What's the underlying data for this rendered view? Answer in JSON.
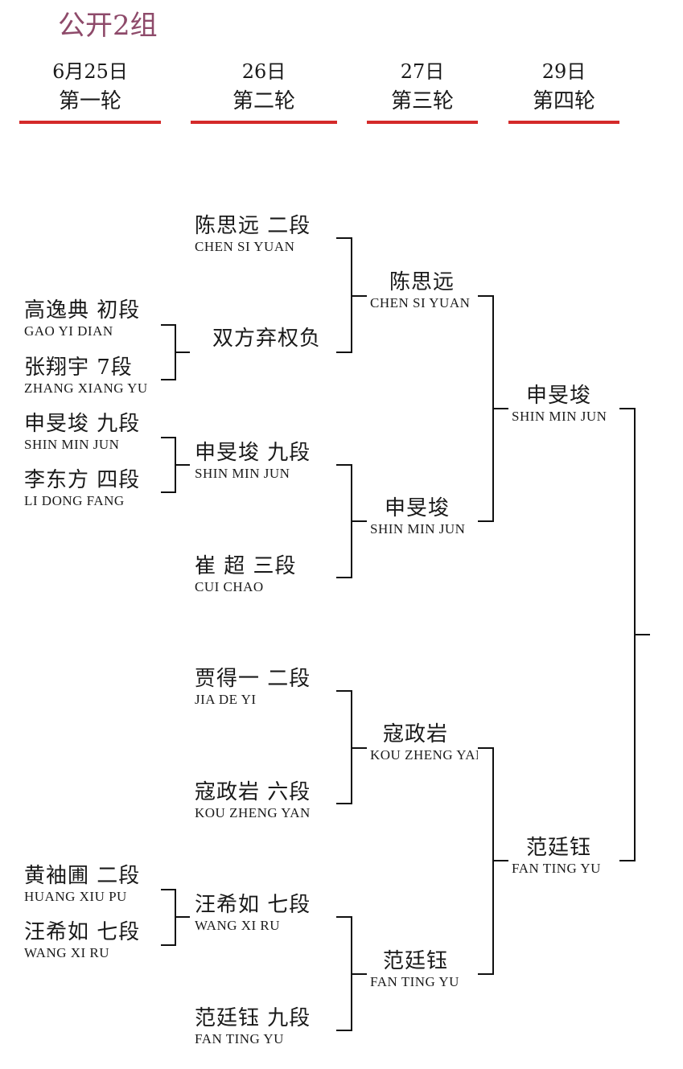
{
  "title": "公开2组",
  "rounds": [
    {
      "date": "6月25日",
      "name": "第一轮"
    },
    {
      "date": "26日",
      "name": "第二轮"
    },
    {
      "date": "27日",
      "name": "第三轮"
    },
    {
      "date": "29日",
      "name": "第四轮"
    }
  ],
  "round1": [
    {
      "cn": "高逸典  初段",
      "py": "GAO YI DIAN"
    },
    {
      "cn": "张翔宇  7段",
      "py": "ZHANG XIANG YU"
    },
    {
      "cn": "申旻埈  九段",
      "py": "SHIN MIN JUN"
    },
    {
      "cn": "李东方  四段",
      "py": "LI DONG FANG"
    },
    {
      "cn": "黄袖圃  二段",
      "py": "HUANG XIU PU"
    },
    {
      "cn": "汪希如  七段",
      "py": "WANG XI RU"
    }
  ],
  "round2": [
    {
      "cn": "陈思远  二段",
      "py": "CHEN SI YUAN"
    },
    {
      "cn": "双方弃权负",
      "py": ""
    },
    {
      "cn": "申旻埈  九段",
      "py": "SHIN MIN JUN"
    },
    {
      "cn": "崔  超  三段",
      "py": "CUI CHAO"
    },
    {
      "cn": "贾得一  二段",
      "py": "JIA DE YI"
    },
    {
      "cn": "寇政岩  六段",
      "py": "KOU ZHENG YAN"
    },
    {
      "cn": "汪希如  七段",
      "py": "WANG XI RU"
    },
    {
      "cn": "范廷钰  九段",
      "py": "FAN TING YU"
    }
  ],
  "round3": [
    {
      "cn": "陈思远",
      "py": "CHEN SI YUAN"
    },
    {
      "cn": "申旻埈",
      "py": "SHIN MIN JUN"
    },
    {
      "cn": "寇政岩",
      "py": "KOU ZHENG YAN"
    },
    {
      "cn": "范廷钰",
      "py": "FAN TING YU"
    }
  ],
  "round4": [
    {
      "cn": "申旻埈",
      "py": "SHIN MIN JUN"
    },
    {
      "cn": "范廷钰",
      "py": "FAN TING YU"
    }
  ]
}
